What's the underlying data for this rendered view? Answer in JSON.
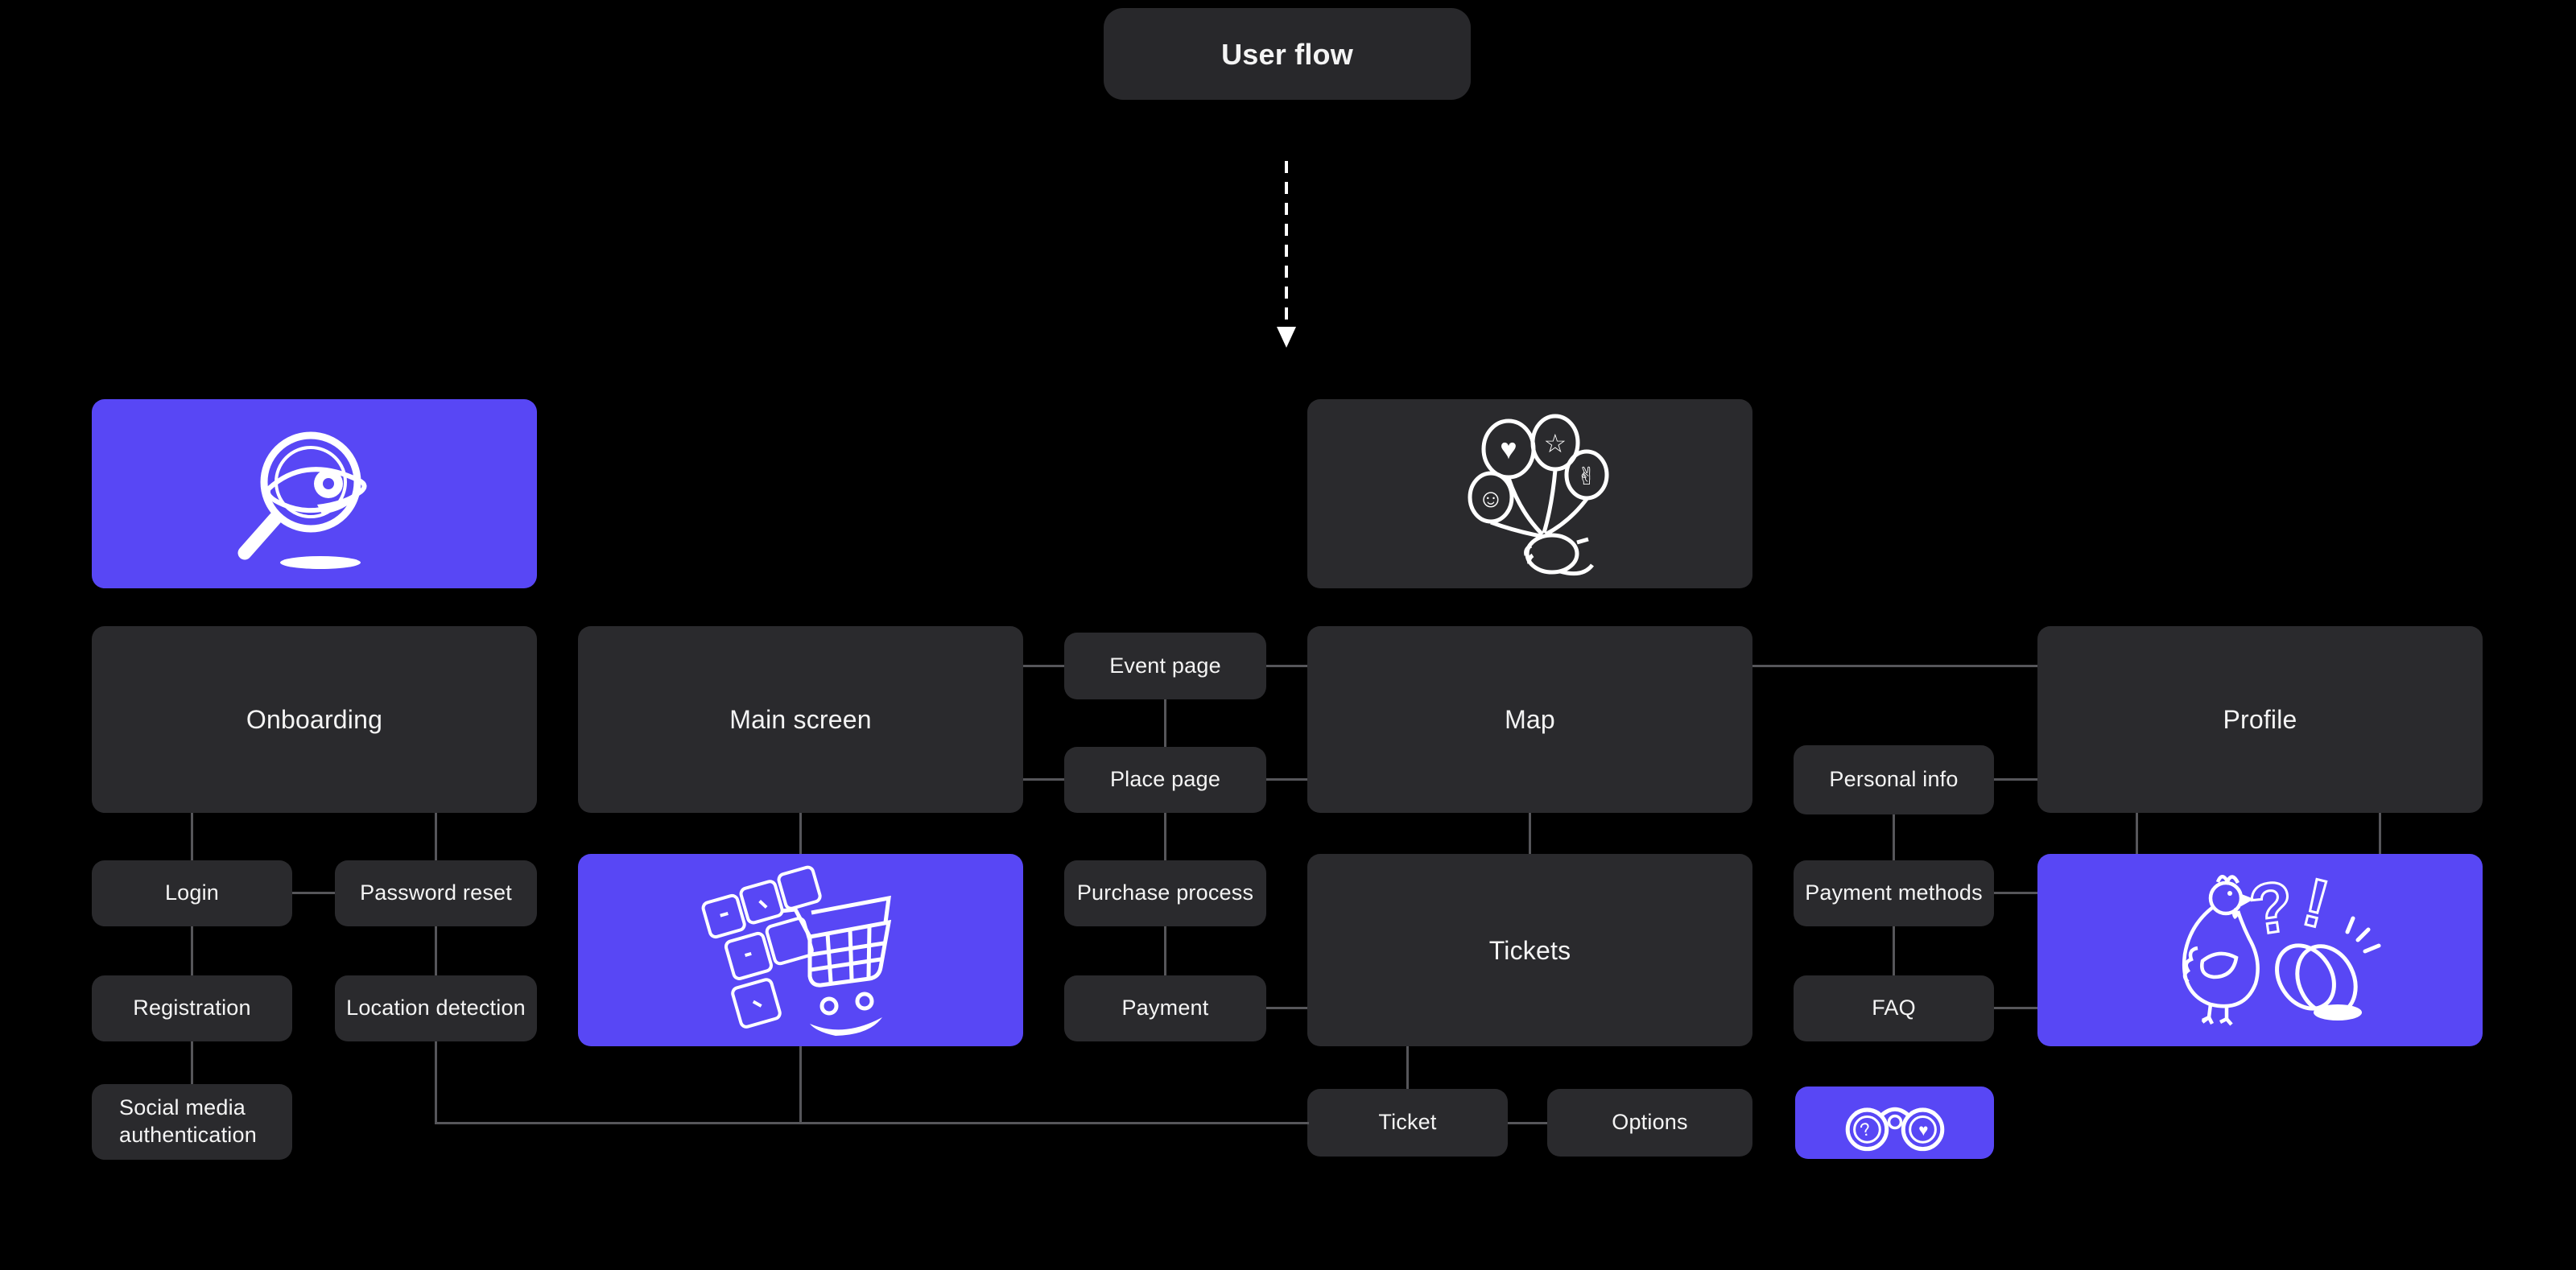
{
  "title": "User flow",
  "colors": {
    "background": "#000000",
    "card_dark": "#2a2a2d",
    "card_purple": "#5847f5",
    "connector": "#56565a",
    "text": "#f4f4f4"
  },
  "nodes": {
    "onboarding": {
      "label": "Onboarding"
    },
    "main_screen": {
      "label": "Main screen"
    },
    "map": {
      "label": "Map"
    },
    "profile": {
      "label": "Profile"
    },
    "event_page": {
      "label": "Event page"
    },
    "place_page": {
      "label": "Place page"
    },
    "purchase_process": {
      "label": "Purchase process"
    },
    "payment": {
      "label": "Payment"
    },
    "tickets": {
      "label": "Tickets"
    },
    "login": {
      "label": "Login"
    },
    "password_reset": {
      "label": "Password reset"
    },
    "registration": {
      "label": "Registration"
    },
    "location_detection": {
      "label": "Location detection"
    },
    "social_media_auth": {
      "label": "Social media authentication"
    },
    "personal_info": {
      "label": "Personal info"
    },
    "payment_methods": {
      "label": "Payment methods"
    },
    "faq": {
      "label": "FAQ"
    },
    "ticket": {
      "label": "Ticket"
    },
    "options": {
      "label": "Options"
    }
  },
  "illustrations": {
    "search_eye": "magnifying-glass-over-eye",
    "balloons": "hand-holding-balloons-with-heart-star-smiley",
    "cart": "shopping-cart-on-keyboard-keys",
    "chicken_egg": "confused-chicken-with-egg-and-question-exclamation",
    "binoculars": "binoculars-with-question-and-heart-lenses"
  }
}
